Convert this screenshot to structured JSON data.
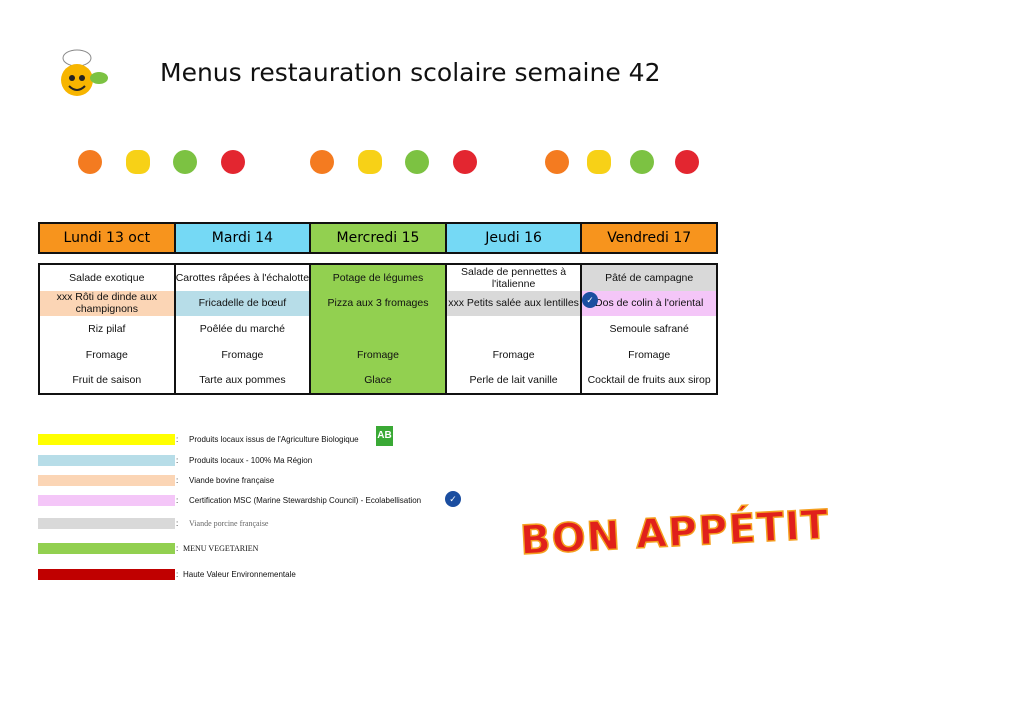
{
  "title": "Menus restauration scolaire semaine 42",
  "days": [
    {
      "label": "Lundi 13 oct",
      "color": "#f7941d",
      "items": [
        "Salade exotique",
        "xxx Rôti de dinde aux champignons",
        "Riz pilaf",
        "Fromage",
        "Fruit de saison"
      ],
      "item_colors": [
        "#fff",
        "#fbd5b5",
        "#fff",
        "#fff",
        "#fff"
      ]
    },
    {
      "label": "Mardi 14",
      "color": "#75d9f5",
      "items": [
        "Carottes râpées à l'échalotte",
        "Fricadelle de bœuf",
        "Poêlée du marché",
        "Fromage",
        "Tarte aux pommes"
      ],
      "item_colors": [
        "#fff",
        "#b7dde8",
        "#fff",
        "#fff",
        "#fff"
      ]
    },
    {
      "label": "Mercredi 15",
      "color": "#92d050",
      "items": [
        "Potage de légumes",
        "Pizza aux 3 fromages",
        "",
        "Fromage",
        "Glace"
      ],
      "item_colors": [
        "#92d050",
        "#92d050",
        "#92d050",
        "#92d050",
        "#92d050"
      ]
    },
    {
      "label": "Jeudi 16",
      "color": "#75d9f5",
      "items": [
        "Salade de pennettes à l'italienne",
        "xxx Petits salée aux lentilles",
        "",
        "Fromage",
        "Perle de lait vanille"
      ],
      "item_colors": [
        "#fff",
        "#d9d9d9",
        "#fff",
        "#fff",
        "#fff"
      ]
    },
    {
      "label": "Vendredi 17",
      "color": "#f7941d",
      "items": [
        "Pâté de campagne",
        "Dos de colin à l'oriental",
        "Semoule safrané",
        "Fromage",
        "Cocktail de fruits aux sirop"
      ],
      "item_colors": [
        "#d9d9d9",
        "#f4c6f8",
        "#fff",
        "#fff",
        "#fff"
      ]
    }
  ],
  "legend": [
    {
      "color": "#ffff00",
      "text": "Produits locaux issus de l'Agriculture Biologique"
    },
    {
      "color": "#b7dde8",
      "text": "Produits locaux - 100% Ma Région"
    },
    {
      "color": "#fbd5b5",
      "text": "Viande bovine française"
    },
    {
      "color": "#f4c6f8",
      "text": "Certification MSC (Marine Stewardship Council) - Ecolabellisation"
    },
    {
      "color": "#d9d9d9",
      "text": "Viande porcine française"
    },
    {
      "color": "#92d050",
      "text": "MENU VEGETARIEN"
    },
    {
      "color": "#c00000",
      "text": "Haute Valeur Environnementale"
    }
  ],
  "ab_logo": "AB",
  "closing": "BON  APPÉTIT"
}
